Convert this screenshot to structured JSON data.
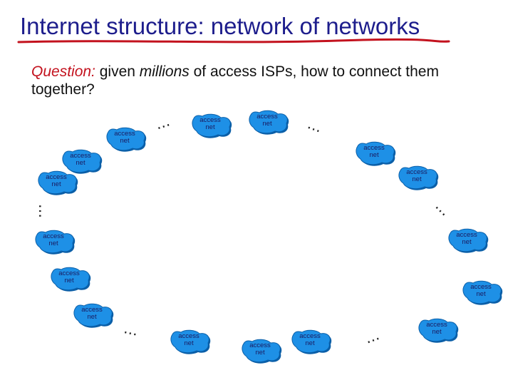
{
  "title": "Internet structure: network of networks",
  "question": {
    "label": "Question:",
    "text_before": " given ",
    "italic": "millions",
    "text_after": " of access ISPs, how to connect them together?"
  },
  "access_net": {
    "line1": "access",
    "line2": "net"
  },
  "ellipsis": "…",
  "colors": {
    "title": "#1d1d8c",
    "underline": "#c3121e",
    "question_label": "#c3121e",
    "cloud_fill": "#1e90e6",
    "cloud_stroke": "#0b5fa8"
  }
}
